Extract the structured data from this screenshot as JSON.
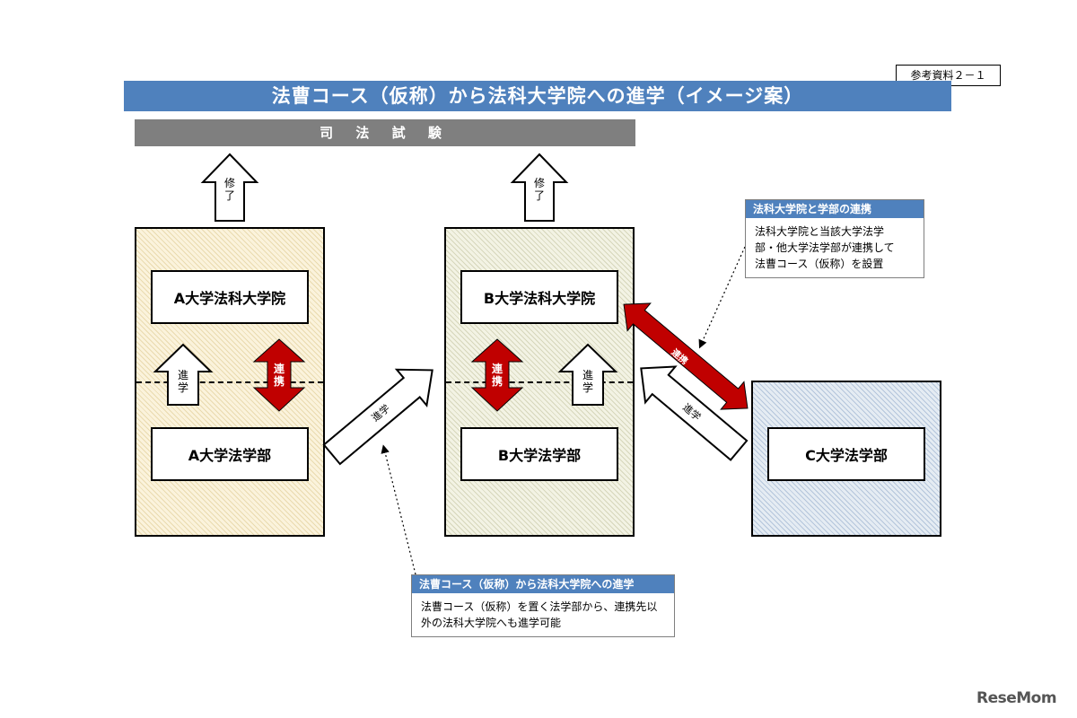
{
  "reference_label": "参考資料２－１",
  "title": "法曹コース（仮称）から法科大学院への進学（イメージ案）",
  "exam_label": "司 法 試 験",
  "arrows": {
    "complete": "修了",
    "advance": "進学",
    "partner": "連携"
  },
  "units": {
    "a_grad": "A大学法科大学院",
    "a_undergrad": "A大学法学部",
    "b_grad": "B大学法科大学院",
    "b_undergrad": "B大学法学部",
    "c_undergrad": "C大学法学部"
  },
  "callout_top": {
    "heading": "法科大学院と学部の連携",
    "lines": [
      "法科大学院と当該大学法学",
      "部・他大学法学部が連携して",
      "法曹コース（仮称）を設置"
    ]
  },
  "callout_bottom": {
    "heading": "法曹コース（仮称）から法科大学院への進学",
    "lines": [
      "法曹コース（仮称）を置く法学部から、連携先以",
      "外の法科大学院へも進学可能"
    ]
  },
  "colors": {
    "title_bar": "#4f81bd",
    "exam_bar": "#7f7f7f",
    "partner_arrow": "#c00000",
    "panel_a": "#fbf3dc",
    "panel_b": "#f3f3e4",
    "panel_c": "#e5ecf3"
  },
  "logo_text": "ReseMom"
}
